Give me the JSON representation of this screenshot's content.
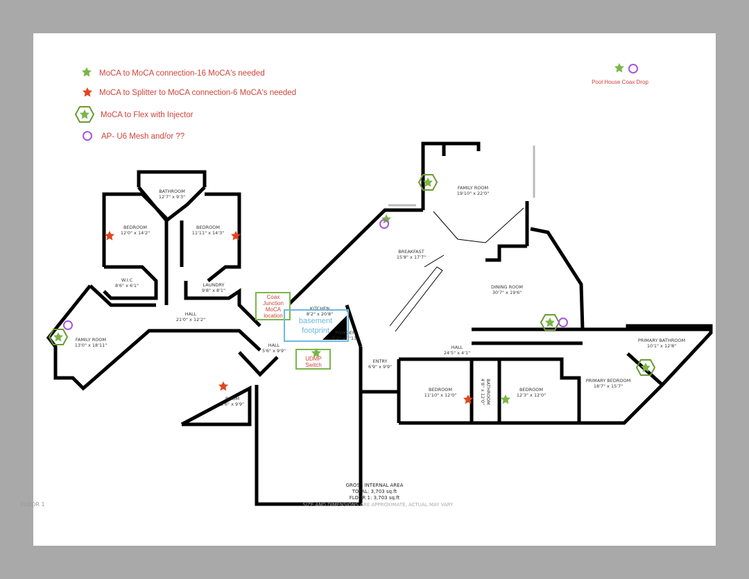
{
  "legend": {
    "items": [
      {
        "icon": "green-star-icon",
        "label": "MoCA to MoCA connection-16 MoCA's needed"
      },
      {
        "icon": "red-star-icon",
        "label": "MoCA to Splitter to MoCA connection-6 MoCA's needed"
      },
      {
        "icon": "green-hexagon-star-icon",
        "label": "MoCA to Flex with Injector"
      },
      {
        "icon": "purple-circle-icon",
        "label": "AP- U6 Mesh and/or ??"
      }
    ],
    "pool_house": "Pool House Coax Drop"
  },
  "colors": {
    "green": "#7ab648",
    "red": "#e0461f",
    "hex_outline": "#6a9a32",
    "purple": "#a855e0",
    "annotation_text": "#d0433a",
    "basement_blue": "#6bb9e0"
  },
  "annotations": {
    "coax": [
      "Coax",
      "Junction",
      "MoCA",
      "location"
    ],
    "udmp": [
      "UDMP",
      "Switch"
    ],
    "basement": [
      "basement",
      "footprint"
    ]
  },
  "rooms": [
    {
      "name": "BATHROOM",
      "size": "12'7\" x 9'3\""
    },
    {
      "name": "BEDROOM",
      "size": "12'0\" x 14'2\""
    },
    {
      "name": "BEDROOM",
      "size": "11'11\" x 14'3\""
    },
    {
      "name": "W.I.C",
      "size": "8'6\" x 6'1\""
    },
    {
      "name": "LAUNDRY",
      "size": "9'8\" x 8'1\""
    },
    {
      "name": "HALL",
      "size": "21'0\" x 12'2\""
    },
    {
      "name": "FAMILY ROOM",
      "size": "13'0\" x 18'11\""
    },
    {
      "name": "HALL",
      "size": "5'6\" x 9'9\""
    },
    {
      "name": "ROOM",
      "size": "9'6\" x 9'9\""
    },
    {
      "name": "KITCHEN",
      "size": "8'2\" x 20'8\""
    },
    {
      "name": "POWDER",
      "size": "5'2\" x 7'11\""
    },
    {
      "name": "ENTRY",
      "size": "6'9\" x 9'9\""
    },
    {
      "name": "BREAKFAST",
      "size": "15'8\" x 17'7\""
    },
    {
      "name": "FAMILY ROOM",
      "size": "19'10\" x 22'0\""
    },
    {
      "name": "DINING ROOM",
      "size": "30'7\" x 19'6\""
    },
    {
      "name": "HALL",
      "size": "24'5\" x 4'1\""
    },
    {
      "name": "BEDROOM",
      "size": "11'10\" x 12'0\""
    },
    {
      "name": "BATHROOM",
      "size": "4'8\" x 12'0\""
    },
    {
      "name": "BEDROOM",
      "size": "12'3\" x 12'0\""
    },
    {
      "name": "PRIMARY BEDROOM",
      "size": "18'7\" x 15'7\""
    },
    {
      "name": "PRIMARY BATHROOM",
      "size": "10'1\" x 12'8\""
    }
  ],
  "footer": {
    "floor_label": "FLOOR 1",
    "gia_title": "GROSS INTERNAL AREA",
    "total": "TOTAL: 3,703 sq.ft",
    "floor_total": "FLOOR 1: 3,703 sq.ft",
    "disclaimer": "SIZE AND DIMENSIONS ARE APPROXIMATE, ACTUAL MAY VARY"
  }
}
